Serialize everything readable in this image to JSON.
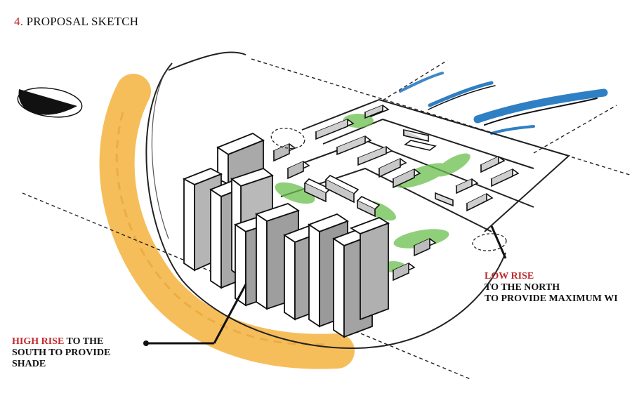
{
  "title": {
    "number": "4.",
    "text": " PROPOSAL SKETCH"
  },
  "annotations": {
    "high_rise": {
      "highlight": "HIGH RISE",
      "line1_rest": " TO THE",
      "line2": "SOUTH TO PROVIDE",
      "line3": "SHADE"
    },
    "low_rise": {
      "highlight": "LOW RISE",
      "line2": "TO THE NORTH",
      "line3": "TO PROVIDE MAXIMUM WI"
    }
  },
  "colors": {
    "accent_red": "#c0282d",
    "sun_path": "#f5b84c",
    "vegetation": "#6cbf4e",
    "water": "#2f7fc4",
    "ink": "#111111"
  },
  "icons": {
    "compass": "north-arrow-icon"
  }
}
